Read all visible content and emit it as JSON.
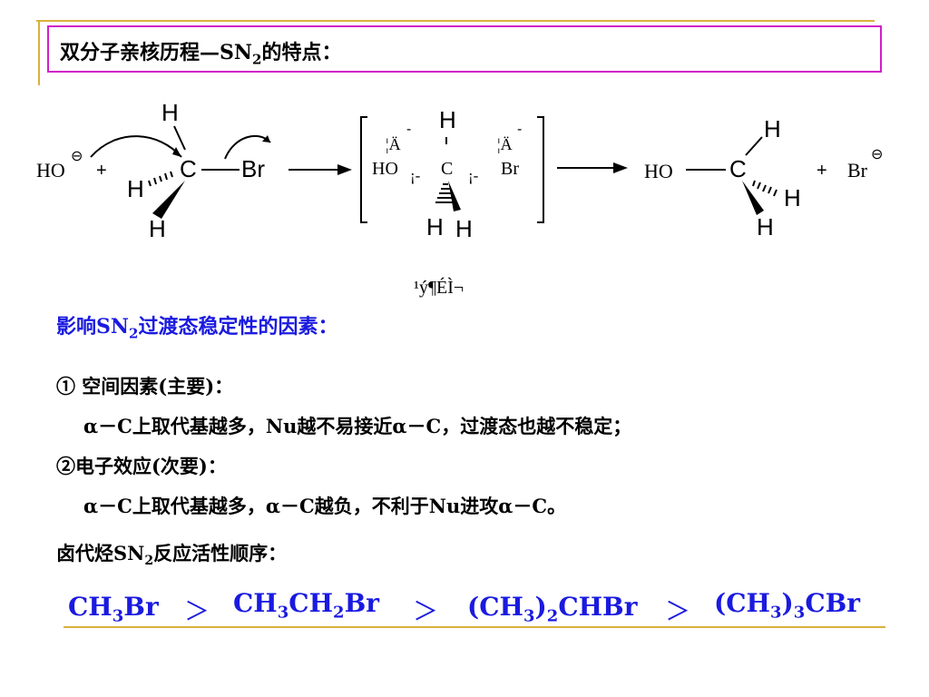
{
  "title": {
    "main": "双分子亲核历程—SN",
    "sub": "2",
    "tail": "的特点："
  },
  "diagram": {
    "ho_minus": "HO",
    "minus_sign": "⊖",
    "plus": "+",
    "h": "H",
    "c": "C",
    "br": "Br",
    "ts_ho": "HO",
    "ts_c": "C",
    "ts_br": "Br",
    "ts_garble_1": "¦Ä",
    "ts_garble_2": "¦Ä",
    "ts_garble_3": "¡-",
    "ts_garble_4": "¡-",
    "ts_minus": "-",
    "ts_caption": "¹ý¶ÉÌ¬",
    "product_ho": "HO",
    "product_br": "Br"
  },
  "factors_heading": {
    "pre": "影响SN",
    "sub": "2",
    "post": "过渡态稳定性的因素："
  },
  "factors": {
    "f1_title": "① 空间因素(主要)：",
    "f1_body": "α－C上取代基越多，Nu越不易接近α－C，过渡态也越不稳定；",
    "f2_title": "②电子效应(次要)：",
    "f2_body": "α－C上取代基越多，α－C越负，不利于Nu进攻α－C。"
  },
  "order_heading": {
    "pre": "卤代烃SN",
    "sub": "2",
    "post": "反应活性顺序："
  },
  "order": {
    "a_pre": "CH",
    "a_sub": "3",
    "a_post": "Br",
    "gt": "＞",
    "b_pre": "CH",
    "b_sub1": "3",
    "b_mid": "CH",
    "b_sub2": "2",
    "b_post": "Br",
    "c_pre": "(CH",
    "c_sub1": "3",
    "c_mid": ")",
    "c_sub2": "2",
    "c_post": "CHBr",
    "d_pre": "(CH",
    "d_sub1": "3",
    "d_mid": ")",
    "d_sub2": "3",
    "d_post": "CBr"
  },
  "colors": {
    "accent_gold": "#d9b13c",
    "title_border": "#d020c8",
    "text_blue": "#1a1ae0"
  }
}
